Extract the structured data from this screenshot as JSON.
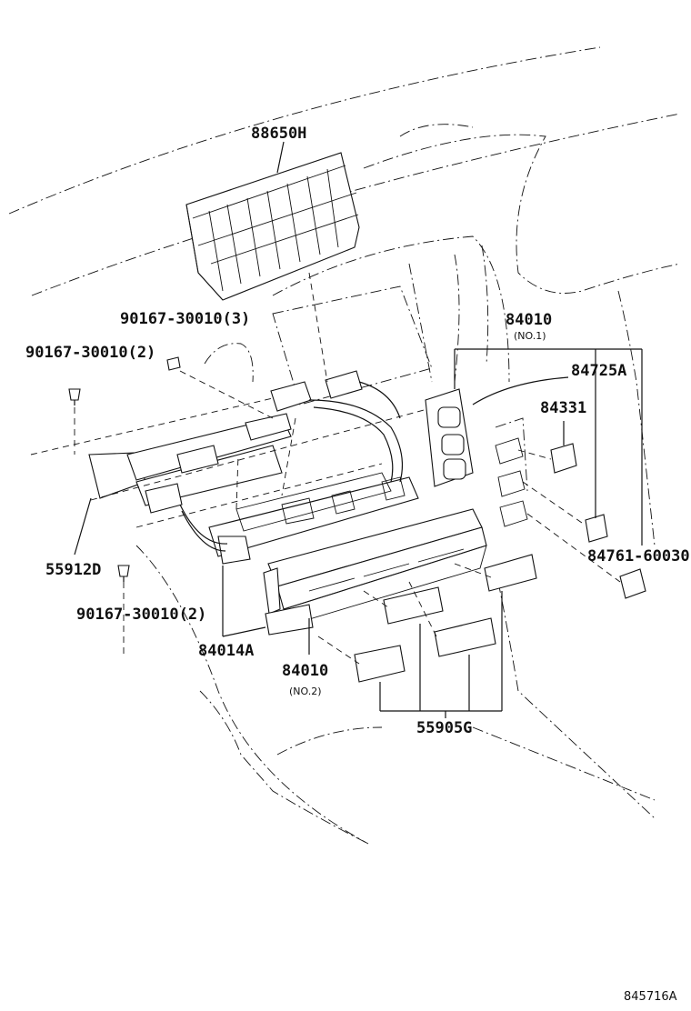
{
  "labels": {
    "p88650H": "88650H",
    "p90167_3": "90167-30010(3)",
    "p90167_2a": "90167-30010(2)",
    "p84010_top": "84010",
    "p84010_top_sub": "(NO.1)",
    "p84725A": "84725A",
    "p84331": "84331",
    "p55912D": "55912D",
    "p84761": "84761-60030",
    "p90167_2b": "90167-30010(2)",
    "p84014A": "84014A",
    "p84010_bot": "84010",
    "p84010_bot_sub": "(NO.2)",
    "p55905G": "55905G"
  },
  "ref_code": "845716A"
}
